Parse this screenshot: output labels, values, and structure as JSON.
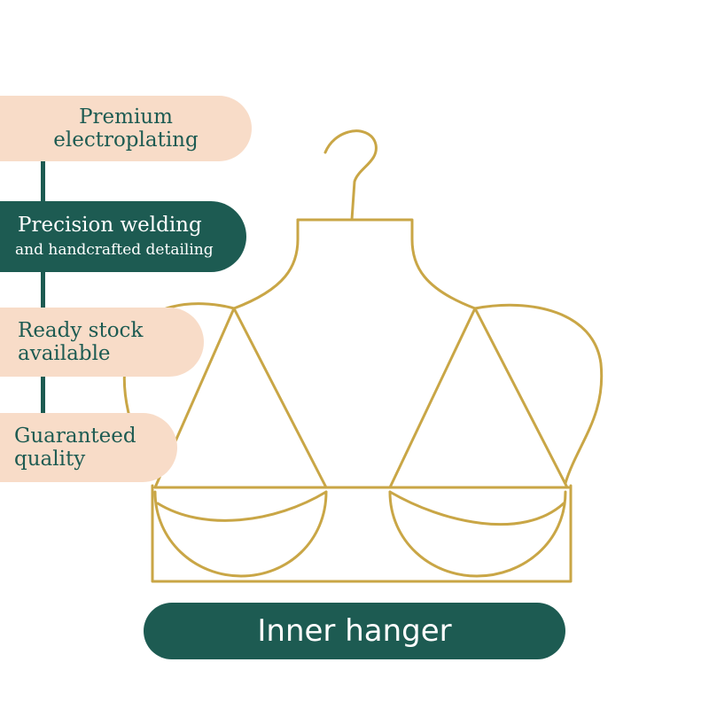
{
  "features": [
    {
      "lines": [
        "Premium",
        "electroplating"
      ]
    },
    {
      "lines": [
        "Precision welding",
        "and handcrafted detailing"
      ]
    },
    {
      "lines": [
        "Ready stock",
        "available"
      ]
    },
    {
      "lines": [
        "Guaranteed",
        "quality"
      ]
    }
  ],
  "product_label": "Inner hanger",
  "colors": {
    "accent": "#1d5b52",
    "peach": "#f8dcc8",
    "gold": "#c9a646",
    "background": "#ffffff"
  },
  "icons": [
    "hanger-illustration"
  ]
}
